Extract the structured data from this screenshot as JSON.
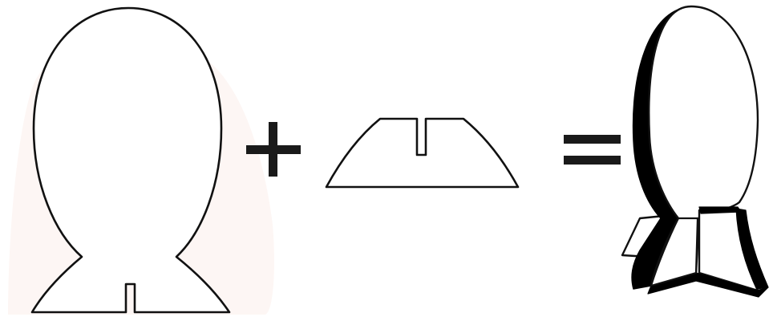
{
  "diagram": {
    "pieces": [
      {
        "id": "head-piece",
        "shape": "oval head with slotted base"
      },
      {
        "id": "base-piece",
        "shape": "trapezoid with top slot"
      },
      {
        "id": "assembled-figure",
        "shape": "slotted pieces joined into standing figure"
      }
    ],
    "operators": [
      "+",
      "="
    ],
    "colors": {
      "stroke": "#111111",
      "fill": "#ffffff",
      "background_tint": "#fdf6f4",
      "thickness": "#000000"
    }
  }
}
